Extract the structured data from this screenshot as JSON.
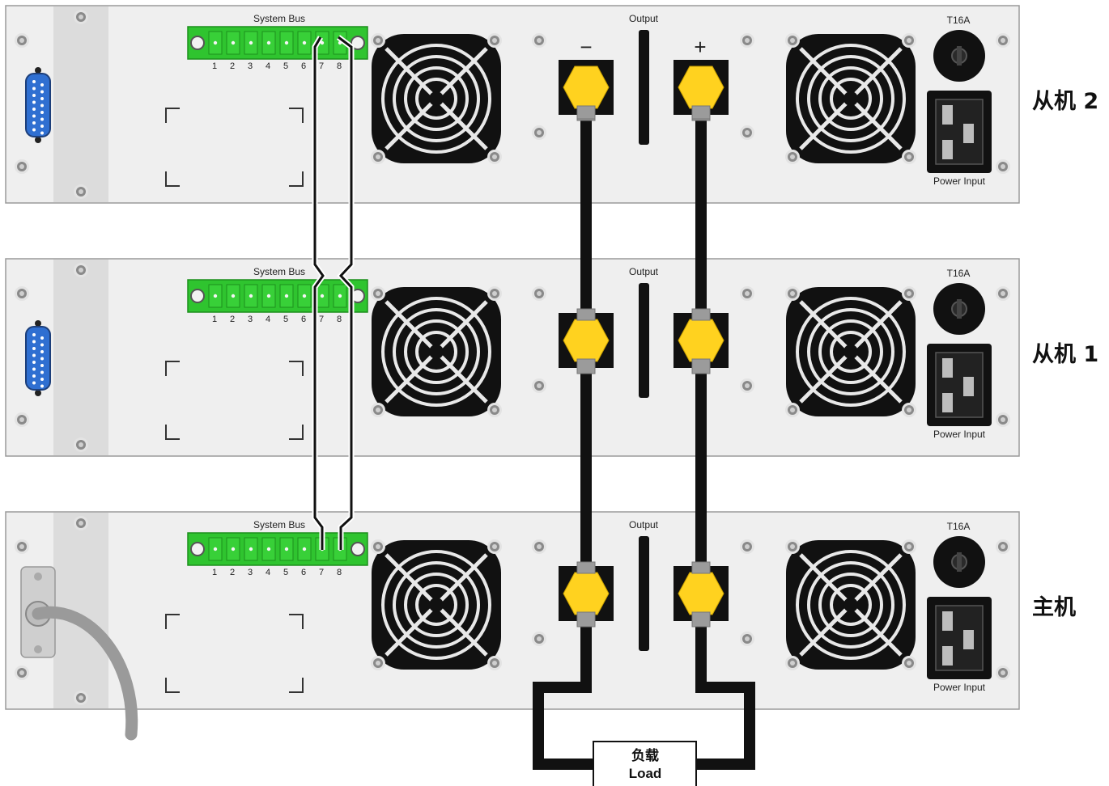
{
  "units": [
    {
      "key": "slave2",
      "side_label": "从机 2",
      "bus_label": "System Bus",
      "pins": [
        "1",
        "2",
        "3",
        "4",
        "5",
        "6",
        "7",
        "8"
      ],
      "output_label": "Output",
      "minus_label": "−",
      "plus_label": "+",
      "fuse_label": "T16A",
      "power_label": "Power Input",
      "has_cable": false
    },
    {
      "key": "slave1",
      "side_label": "从机 1",
      "bus_label": "System Bus",
      "pins": [
        "1",
        "2",
        "3",
        "4",
        "5",
        "6",
        "7",
        "8"
      ],
      "output_label": "Output",
      "minus_label": "",
      "plus_label": "",
      "fuse_label": "T16A",
      "power_label": "Power Input",
      "has_cable": false
    },
    {
      "key": "master",
      "side_label": "主机",
      "bus_label": "System Bus",
      "pins": [
        "1",
        "2",
        "3",
        "4",
        "5",
        "6",
        "7",
        "8"
      ],
      "output_label": "Output",
      "minus_label": "",
      "plus_label": "",
      "fuse_label": "T16A",
      "power_label": "Power Input",
      "has_cable": true
    }
  ],
  "load": {
    "label_cn": "负载",
    "label_en": "Load"
  },
  "colors": {
    "panel": "#efefef",
    "panel_border": "#9a9a9a",
    "terminal_green": "#2fc42f",
    "yellow_terminal": "#ffd21f",
    "cable": "#111111",
    "db15_blue": "#2f6fd1"
  }
}
